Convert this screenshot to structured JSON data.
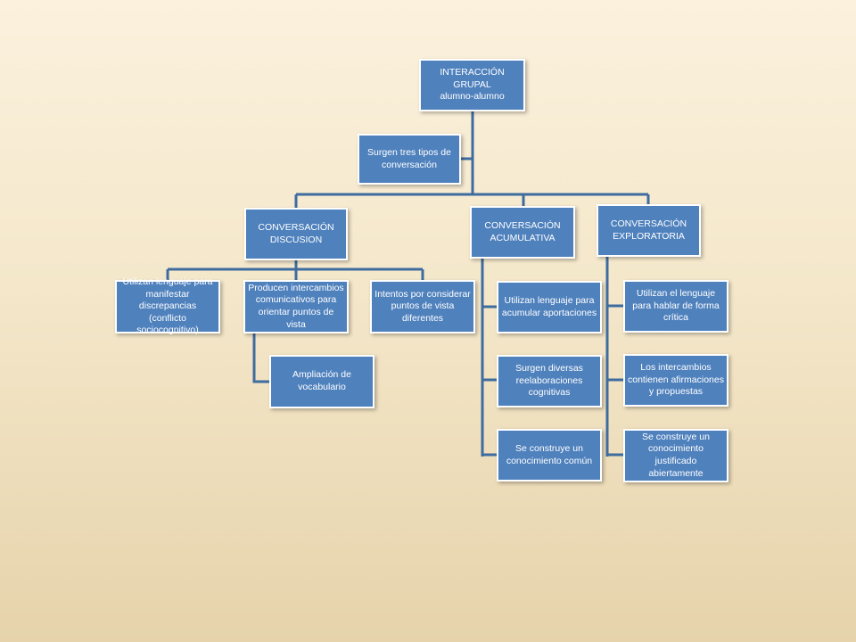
{
  "colors": {
    "node_fill": "#4f81bd",
    "node_border": "#ffffff",
    "connector": "#3f6c9f"
  },
  "nodes": {
    "root": "INTERACCIÓN GRUPAL\nalumno-alumno",
    "note": "Surgen tres tipos de\nconversación",
    "discusion": "CONVERSACIÓN\nDISCUSION",
    "acumulativa": "CONVERSACIÓN\nACUMULATIVA",
    "exploratoria": "CONVERSACIÓN\nEXPLORATORIA",
    "disc_1": "Utilizan lenguaje para\nmanifestar\ndiscrepancias (conflicto\nsociocognitivo)",
    "disc_2": "Producen intercambios\ncomunicativos para\norientar puntos de\nvista",
    "disc_2_1": "Ampliación de\nvocabulario",
    "disc_3": "Intentos por considerar\npuntos de vista\ndiferentes",
    "acum_1": "Utilizan lenguaje para\nacumular aportaciones",
    "acum_2": "Surgen diversas\nreelaboraciones\ncognitivas",
    "acum_3": "Se construye un\nconocimiento común",
    "expl_1": "Utilizan el lenguaje\npara hablar de forma\ncrítica",
    "expl_2": "Los intercambios\ncontienen afirmaciones\ny propuestas",
    "expl_3": "Se construye un\nconocimiento\njustificado\nabiertamente"
  }
}
